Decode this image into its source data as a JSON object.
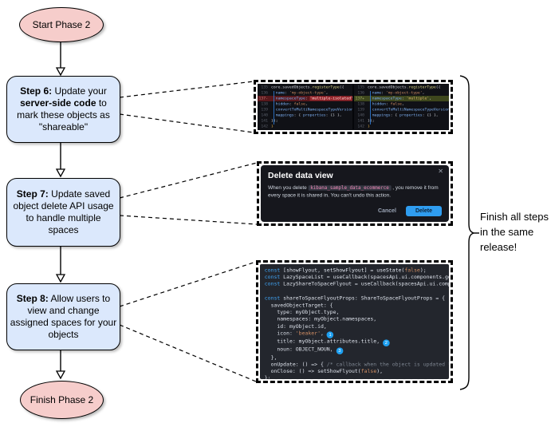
{
  "flowchart": {
    "start_label": "Start Phase 2",
    "finish_label": "Finish Phase 2",
    "steps": [
      {
        "rich": [
          [
            "b",
            "Step 6:"
          ],
          [
            "t",
            " Update your "
          ],
          [
            "b",
            "server-side code"
          ],
          [
            "t",
            " to mark these objects as \"shareable\""
          ]
        ]
      },
      {
        "rich": [
          [
            "b",
            "Step 7:"
          ],
          [
            "t",
            " Update saved object delete API usage to handle multiple spaces"
          ]
        ]
      },
      {
        "rich": [
          [
            "b",
            "Step 8:"
          ],
          [
            "t",
            " Allow users to view and change assigned spaces for your objects"
          ]
        ]
      }
    ]
  },
  "annotation": {
    "lines": [
      "Finish all steps",
      "in the same",
      "release!"
    ]
  },
  "panels": {
    "diff": {
      "left": {
        "lines": [
          {
            "num": "135",
            "cls": "",
            "tokens": [
              [
                "t",
                "core.savedObjects."
              ],
              [
                "fn",
                "registerType"
              ],
              [
                "t",
                "({"
              ]
            ]
          },
          {
            "num": "136",
            "cls": "",
            "tokens": [
              [
                "key",
                "  name"
              ],
              [
                "t",
                ": "
              ],
              [
                "str",
                "'my-object-type'"
              ],
              [
                "t",
                ","
              ]
            ]
          },
          {
            "num": "137-",
            "cls": "removed",
            "tokens": [
              [
                "key",
                "  namespaceType"
              ],
              [
                "t",
                ": "
              ],
              [
                "strdel",
                "'multiple-isolated'"
              ],
              [
                "t",
                ","
              ]
            ]
          },
          {
            "num": "138",
            "cls": "",
            "tokens": [
              [
                "key",
                "  hidden"
              ],
              [
                "t",
                ": "
              ],
              [
                "lit",
                "false"
              ],
              [
                "t",
                ","
              ]
            ]
          },
          {
            "num": "139",
            "cls": "",
            "tokens": [
              [
                "key",
                "  convertToMultiNamespaceTypeVersion"
              ],
              [
                "t",
                ":"
              ]
            ]
          },
          {
            "num": "140",
            "cls": "",
            "tokens": [
              [
                "key",
                "  mappings"
              ],
              [
                "t",
                ": { "
              ],
              [
                "key",
                "properties"
              ],
              [
                "t",
                ": {} },"
              ]
            ]
          },
          {
            "num": "141",
            "cls": "",
            "tokens": [
              [
                "t",
                "});"
              ]
            ]
          },
          {
            "num": "142",
            "cls": "",
            "tokens": [
              [
                "brace",
                "}"
              ]
            ]
          }
        ]
      },
      "right": {
        "lines": [
          {
            "num": "135",
            "cls": "",
            "tokens": [
              [
                "t",
                "core.savedObjects."
              ],
              [
                "fn",
                "registerType"
              ],
              [
                "t",
                "({"
              ]
            ]
          },
          {
            "num": "136",
            "cls": "",
            "tokens": [
              [
                "key",
                "  name"
              ],
              [
                "t",
                ": "
              ],
              [
                "str",
                "'my-object-type'"
              ],
              [
                "t",
                ","
              ]
            ]
          },
          {
            "num": "137+",
            "cls": "added",
            "tokens": [
              [
                "key",
                "  namespaceType"
              ],
              [
                "t",
                ": "
              ],
              [
                "stradd",
                "'multiple'"
              ],
              [
                "t",
                ","
              ]
            ]
          },
          {
            "num": "138",
            "cls": "",
            "tokens": [
              [
                "key",
                "  hidden"
              ],
              [
                "t",
                ": "
              ],
              [
                "lit",
                "false"
              ],
              [
                "t",
                ","
              ]
            ]
          },
          {
            "num": "139",
            "cls": "",
            "tokens": [
              [
                "key",
                "  convertToMultiNamespaceTypeVersion"
              ],
              [
                "t",
                ":"
              ]
            ]
          },
          {
            "num": "140",
            "cls": "",
            "tokens": [
              [
                "key",
                "  mappings"
              ],
              [
                "t",
                ": { "
              ],
              [
                "key",
                "properties"
              ],
              [
                "t",
                ": {} },"
              ]
            ]
          },
          {
            "num": "141",
            "cls": "",
            "tokens": [
              [
                "t",
                "});"
              ]
            ]
          },
          {
            "num": "142",
            "cls": "",
            "tokens": [
              [
                "brace",
                "}"
              ]
            ]
          }
        ]
      }
    },
    "dialog": {
      "title": "Delete data view",
      "close_icon": "✕",
      "body": [
        [
          "t",
          "When you delete "
        ],
        [
          "code",
          "kibana_sample_data_ecommerce"
        ],
        [
          "t",
          " , you remove it from every space it is shared in. You can't undo this action."
        ]
      ],
      "cancel_label": "Cancel",
      "delete_label": "Delete"
    },
    "code": {
      "lines": [
        {
          "cls": "",
          "tokens": [
            [
              "kw",
              "const"
            ],
            [
              "t",
              " [showFlyout, setShowFlyout] = useState("
            ],
            [
              "lit",
              "false"
            ],
            [
              "t",
              ");"
            ]
          ]
        },
        {
          "cls": "",
          "tokens": [
            [
              "kw",
              "const"
            ],
            [
              "t",
              " LazySpaceList = useCallback(spacesApi.ui.components.getSpaceLis"
            ]
          ]
        },
        {
          "cls": "",
          "tokens": [
            [
              "kw",
              "const"
            ],
            [
              "t",
              " LazyShareToSpaceFlyout = useCallback(spacesApi.ui.components.ge"
            ]
          ]
        },
        {
          "cls": "",
          "tokens": []
        },
        {
          "cls": "",
          "tokens": [
            [
              "kw",
              "const"
            ],
            [
              "t",
              " shareToSpaceFlyoutProps: ShareToSpaceFlyoutProps = {"
            ]
          ]
        },
        {
          "cls": "",
          "tokens": [
            [
              "t",
              "  savedObjectTarget: {"
            ]
          ]
        },
        {
          "cls": "",
          "tokens": [
            [
              "t",
              "    type: myObject.type,"
            ]
          ]
        },
        {
          "cls": "",
          "tokens": [
            [
              "t",
              "    namespaces: myObject.namespaces,"
            ]
          ]
        },
        {
          "cls": "",
          "tokens": [
            [
              "t",
              "    id: myObject.id,"
            ]
          ]
        },
        {
          "cls": "",
          "tokens": [
            [
              "t",
              "    icon: "
            ],
            [
              "str",
              "'beaker'"
            ],
            [
              "t",
              ", "
            ],
            [
              "badge",
              "1"
            ]
          ]
        },
        {
          "cls": "",
          "tokens": [
            [
              "t",
              "    title: myObject.attributes.title, "
            ],
            [
              "badge",
              "2"
            ]
          ]
        },
        {
          "cls": "",
          "tokens": [
            [
              "t",
              "    noun: OBJECT_NOUN, "
            ],
            [
              "badge",
              "3"
            ]
          ]
        },
        {
          "cls": "",
          "tokens": [
            [
              "t",
              "  },"
            ]
          ]
        },
        {
          "cls": "",
          "tokens": [
            [
              "t",
              "  onUpdate: () => { "
            ],
            [
              "cm",
              "/* callback when the object is updated */"
            ],
            [
              "t",
              " },"
            ]
          ]
        },
        {
          "cls": "",
          "tokens": [
            [
              "t",
              "  onClose: () => setShowFlyout("
            ],
            [
              "lit",
              "false"
            ],
            [
              "t",
              "),"
            ]
          ]
        },
        {
          "cls": "",
          "tokens": [
            [
              "t",
              "};"
            ]
          ]
        }
      ]
    }
  },
  "colors": {
    "node_pink": "#f6cdcb",
    "node_blue": "#dbe8fc",
    "diff_removed_bg": "#58181c",
    "diff_added_bg": "#3e471d",
    "delete_button_blue": "#2f9df0",
    "badge_blue": "#1d9ff0",
    "dark_panel_bg": "#16171d"
  }
}
